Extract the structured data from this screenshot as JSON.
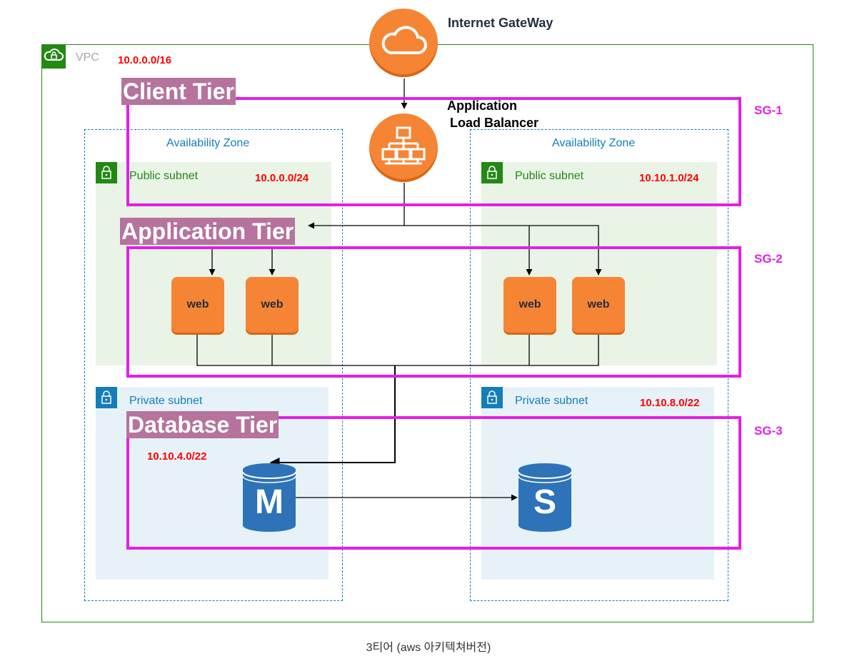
{
  "gateway": {
    "label": "Internet GateWay"
  },
  "vpc": {
    "label": "VPC",
    "cidr": "10.0.0.0/16"
  },
  "load_balancer": {
    "line1": "Application",
    "line2": "Load Balancer"
  },
  "availability_zones": [
    {
      "label": "Availability Zone",
      "public_subnet": {
        "label": "Public subnet",
        "cidr": "10.0.0.0/24"
      },
      "private_subnet": {
        "label": "Private subnet",
        "cidr": "10.10.4.0/22"
      },
      "web_servers": [
        "web",
        "web"
      ]
    },
    {
      "label": "Availability Zone",
      "public_subnet": {
        "label": "Public subnet",
        "cidr": "10.10.1.0/24"
      },
      "private_subnet": {
        "label": "Private subnet",
        "cidr": "10.10.8.0/22"
      },
      "web_servers": [
        "web",
        "web"
      ]
    }
  ],
  "tiers": {
    "client": "Client Tier",
    "application": "Application Tier",
    "database": "Database Tier"
  },
  "security_groups": [
    "SG-1",
    "SG-2",
    "SG-3"
  ],
  "databases": {
    "master": "M",
    "slave": "S"
  },
  "caption": "3티어 (aws 아키텍쳐버전)",
  "colors": {
    "vpc_border": "#248814",
    "az_border": "#147eba",
    "security_group": "#e020e8",
    "tier_label_bg": "#b5739d",
    "aws_orange": "#f58534",
    "db_blue": "#2e73b8",
    "cidr_text": "#ff0000"
  },
  "icons": {
    "gateway": "cloud-icon",
    "load_balancer": "hierarchy-icon",
    "vpc": "cloud-lock-icon",
    "subnet": "padlock-icon",
    "database": "cylinder-icon"
  }
}
